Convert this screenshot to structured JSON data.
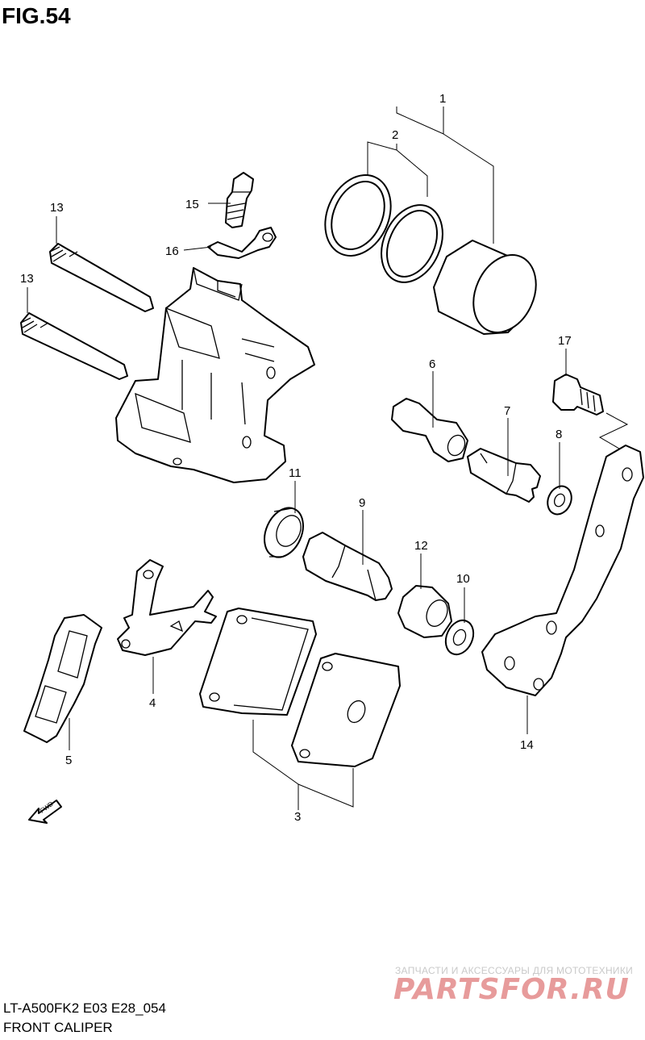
{
  "figure": {
    "title": "FIG.54"
  },
  "callouts": {
    "p1": "1",
    "p2": "2",
    "p3": "3",
    "p4": "4",
    "p5": "5",
    "p6": "6",
    "p7": "7",
    "p8": "8",
    "p9": "9",
    "p10": "10",
    "p11": "11",
    "p12": "12",
    "p13a": "13",
    "p13b": "13",
    "p14": "14",
    "p15": "15",
    "p16": "16",
    "p17": "17"
  },
  "fwd_arrow": {
    "label": "FWD"
  },
  "footer": {
    "model_code": "LT-A500FK2 E03 E28_054",
    "diagram_name": "FRONT CALIPER"
  },
  "watermark": {
    "tagline": "ЗАПЧАСТИ И АКСЕССУАРЫ ДЛЯ МОТОТЕХНИКИ",
    "logo": "PARTSFOR.RU"
  }
}
